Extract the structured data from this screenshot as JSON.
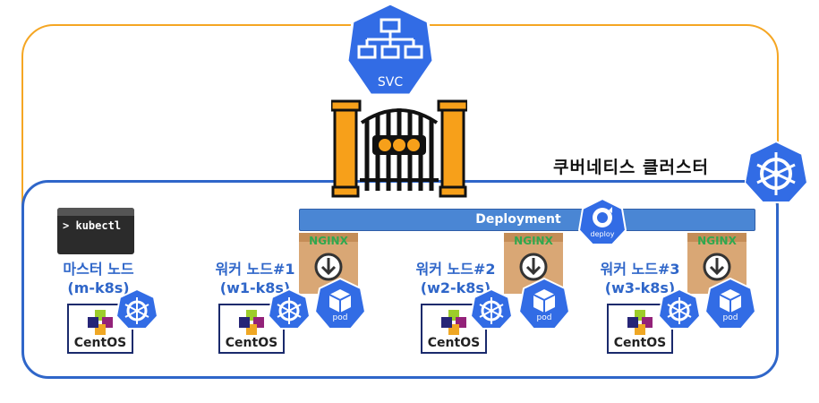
{
  "service": {
    "label": "SVC"
  },
  "cluster": {
    "label": "쿠버네티스 클러스터"
  },
  "deployment": {
    "label": "Deployment",
    "badge_label": "deploy"
  },
  "kubectl": {
    "label": "kubectl",
    "prompt": ">"
  },
  "master": {
    "name": "마스터 노드",
    "host": "(m-k8s)",
    "os": "CentOS"
  },
  "workers": [
    {
      "name": "워커 노드#1",
      "host": "(w1-k8s)",
      "os": "CentOS",
      "pod_label": "pod",
      "image": "NGINX"
    },
    {
      "name": "워커 노드#2",
      "host": "(w2-k8s)",
      "os": "CentOS",
      "pod_label": "pod",
      "image": "NGINX"
    },
    {
      "name": "워커 노드#3",
      "host": "(w3-k8s)",
      "os": "CentOS",
      "pod_label": "pod",
      "image": "NGINX"
    }
  ],
  "colors": {
    "k8s_blue": "#326ce5",
    "accent_orange": "#f5a623",
    "cluster_border": "#2f66c9",
    "gate_orange": "#f7a01a"
  }
}
